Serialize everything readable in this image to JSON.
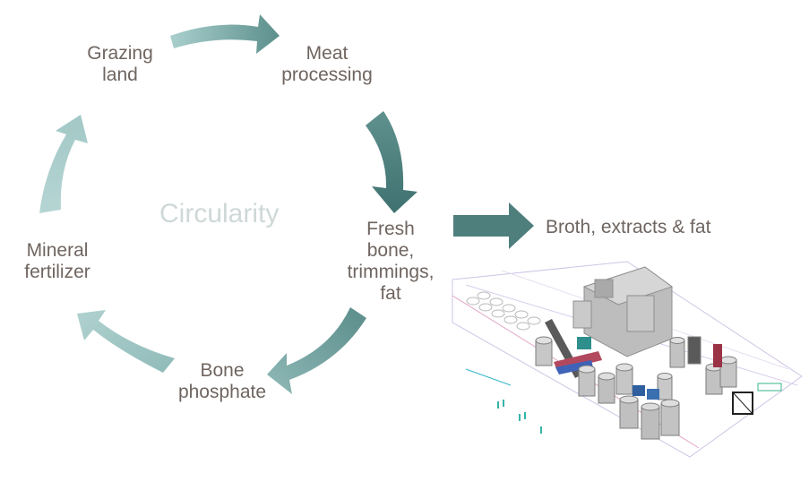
{
  "diagram": {
    "center_label": "Circularity",
    "nodes": [
      {
        "id": "grazing",
        "label": "Grazing\nland"
      },
      {
        "id": "meat",
        "label": "Meat\nprocessing"
      },
      {
        "id": "bone",
        "label": "Fresh\nbone,\ntrimmings,\nfat"
      },
      {
        "id": "phosphate",
        "label": "Bone\nphosphate"
      },
      {
        "id": "fertilizer",
        "label": "Mineral\nfertilizer"
      }
    ],
    "output_label": "Broth, extracts  & fat",
    "colors": {
      "arrow_dark": "#4e7e7c",
      "arrow_light": "#a8cccb",
      "text": "#6f6560",
      "center_text": "#cfd8d8"
    },
    "illustration": "isometric-processing-plant-drawing"
  }
}
